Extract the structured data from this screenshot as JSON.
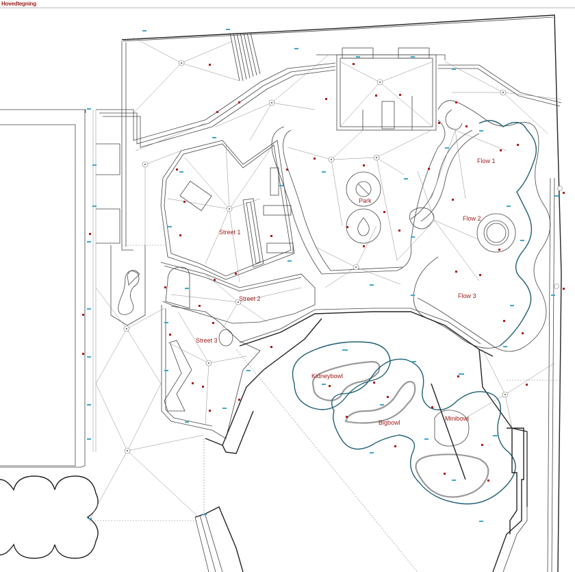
{
  "drawing": {
    "title": "Hovedtegning",
    "colors": {
      "title": "#9b1b1b",
      "zone_label": "#a01c1c",
      "linework": "#444444",
      "coping_line": "#1f5f73",
      "dimension_tag": "#3fa7c7",
      "level_marker": "#b01818"
    }
  },
  "zones": [
    {
      "id": "street1",
      "label": "Street 1"
    },
    {
      "id": "street2",
      "label": "Street 2"
    },
    {
      "id": "street3",
      "label": "Street 3"
    },
    {
      "id": "park",
      "label": "Park"
    },
    {
      "id": "flow1",
      "label": "Flow 1"
    },
    {
      "id": "flow2",
      "label": "Flow 2"
    },
    {
      "id": "flow3",
      "label": "Flow 3"
    },
    {
      "id": "kidneybowl",
      "label": "Kidneybowl"
    },
    {
      "id": "bigbowl",
      "label": "Bigbowl"
    },
    {
      "id": "minibowl",
      "label": "Minibowl"
    }
  ],
  "icons": {
    "survey_node": "circle-target",
    "level_marker": "red-arrow",
    "dimension_tag": "cyan-label"
  }
}
